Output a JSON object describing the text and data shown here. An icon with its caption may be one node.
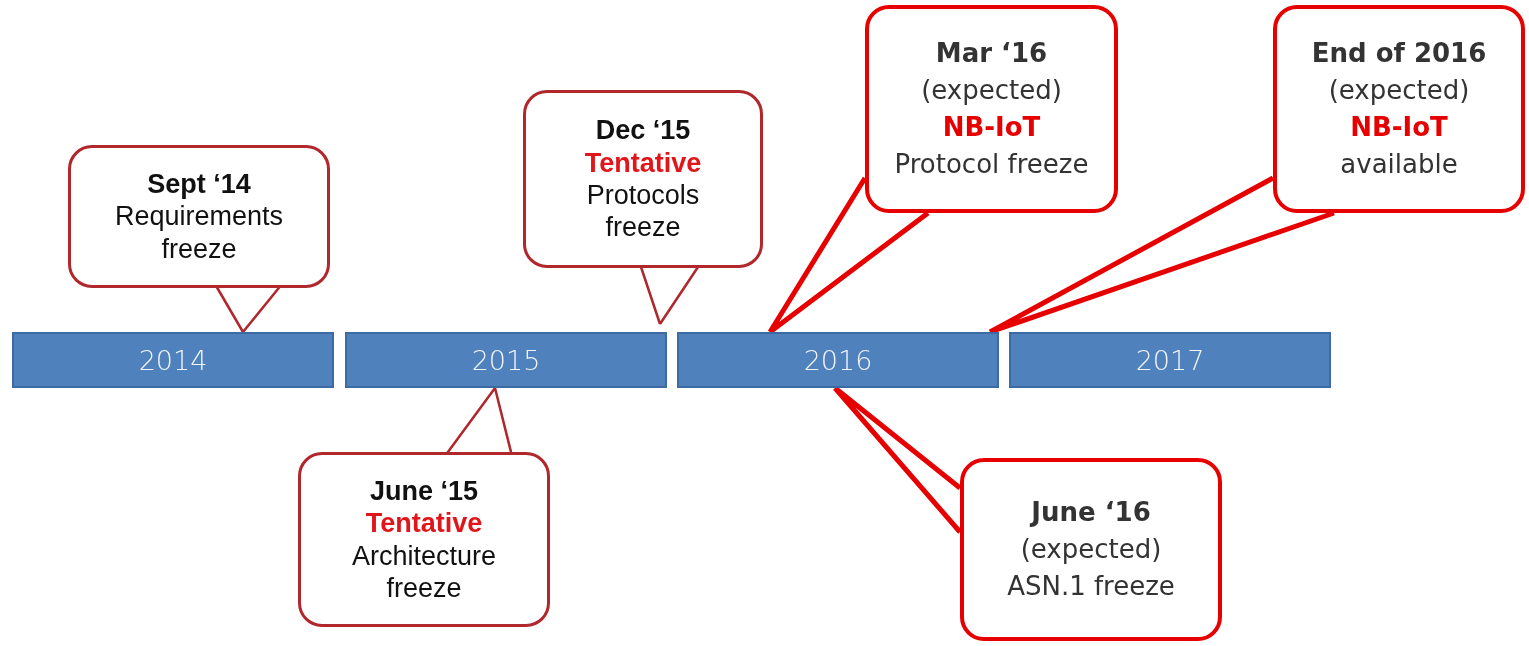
{
  "diagram": {
    "nodes": [
      {
        "text": [
          "2014"
        ]
      },
      {
        "text": [
          "2015"
        ]
      },
      {
        "text": [
          "2016"
        ]
      },
      {
        "text": [
          "2017"
        ]
      },
      {
        "text": [
          "Sept ‘14",
          "Requirements freeze"
        ]
      },
      {
        "text": [
          "Dec ‘15",
          "Tentative",
          "Protocols freeze"
        ]
      },
      {
        "text": [
          "Mar ‘16",
          "(expected)",
          "NB-IoT",
          "Protocol freeze"
        ]
      },
      {
        "text": [
          "End of 2016",
          "(expected)",
          "NB-IoT",
          "available"
        ]
      },
      {
        "text": [
          "June ‘15",
          "Tentative",
          "Architecture freeze"
        ]
      },
      {
        "text": [
          "June ‘16",
          "(expected)",
          "ASN.1 freeze"
        ]
      }
    ],
    "edges": [
      {
        "from": 4,
        "to": 0,
        "arrow": "none"
      },
      {
        "from": 5,
        "to": null,
        "arrow": "none"
      },
      {
        "from": 6,
        "to": 2,
        "arrow": "none",
        "style": "thick",
        "color": "#e60000"
      },
      {
        "from": 7,
        "to": 2,
        "arrow": "none",
        "style": "thick",
        "color": "#e60000"
      },
      {
        "from": 8,
        "to": 1,
        "arrow": "none"
      },
      {
        "from": 9,
        "to": 2,
        "arrow": "none",
        "style": "thick",
        "color": "#e60000"
      }
    ]
  }
}
